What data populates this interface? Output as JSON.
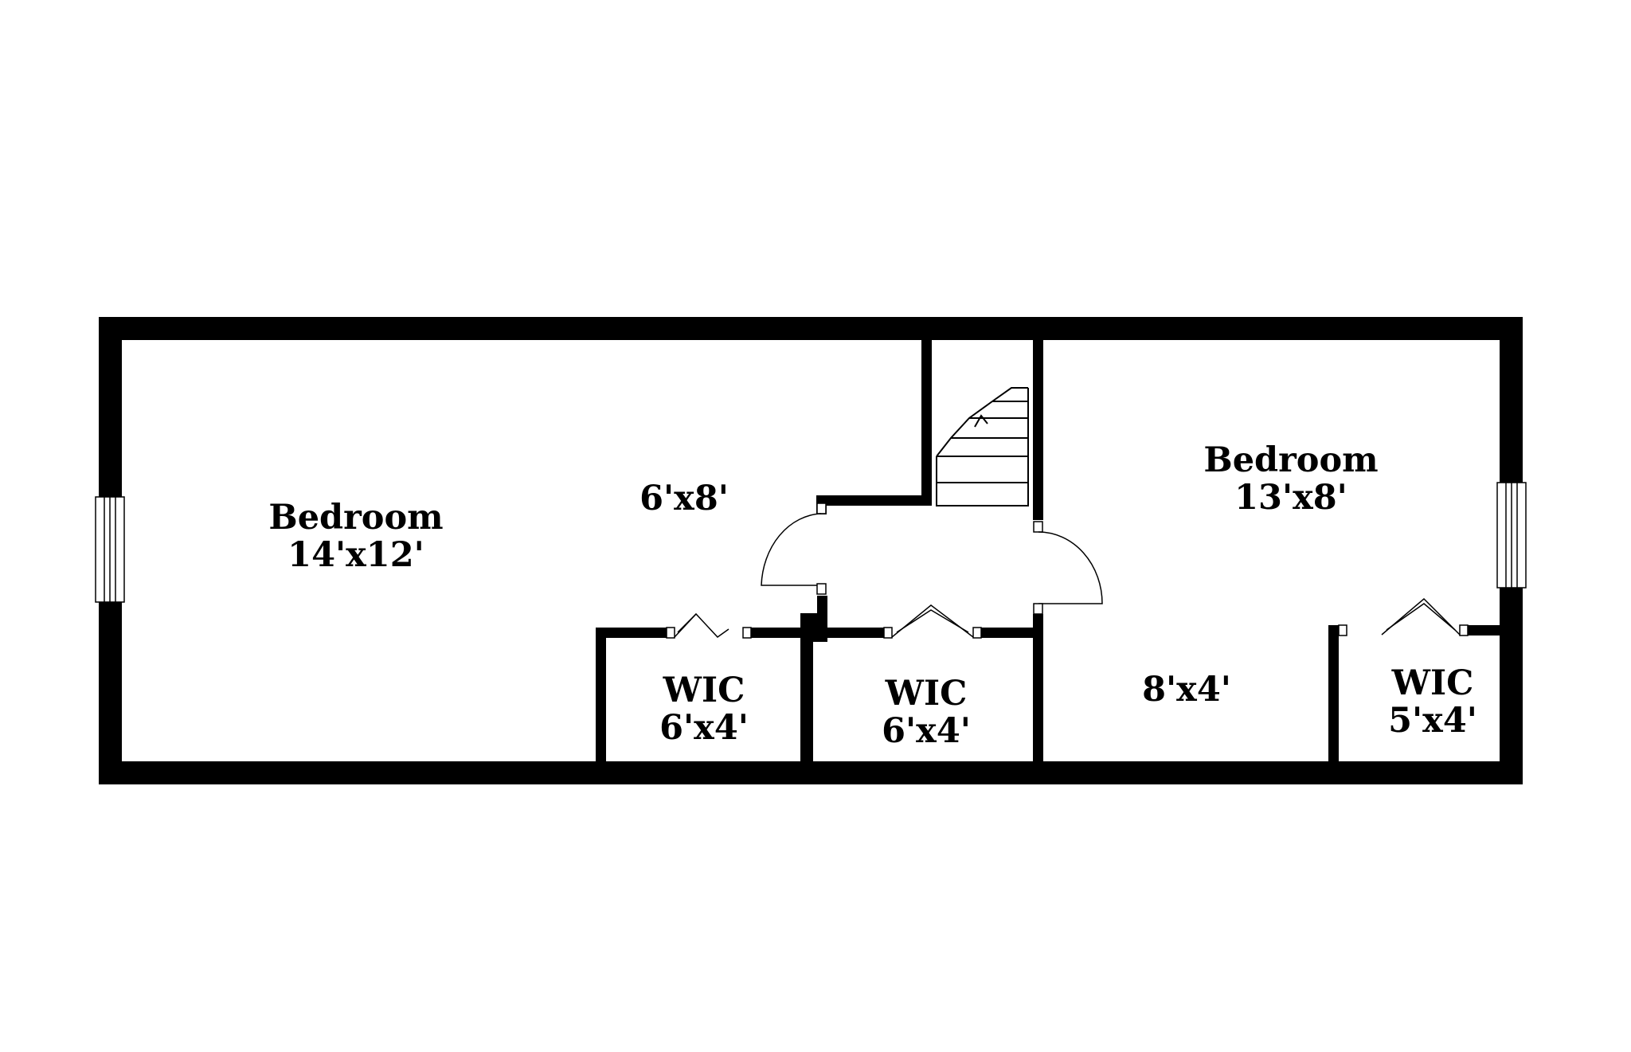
{
  "rooms": {
    "bedroom_left": {
      "name": "Bedroom",
      "size": "14'x12'"
    },
    "hall": {
      "size": "6'x8'"
    },
    "wic_1": {
      "name": "WIC",
      "size": "6'x4'"
    },
    "wic_2": {
      "name": "WIC",
      "size": "6'x4'"
    },
    "bedroom_right": {
      "name": "Bedroom",
      "size": "13'x8'"
    },
    "closet_mid": {
      "size": "8'x4'"
    },
    "wic_3": {
      "name": "WIC",
      "size": "5'x4'"
    }
  },
  "colors": {
    "wall": "#000000",
    "background": "#ffffff"
  }
}
